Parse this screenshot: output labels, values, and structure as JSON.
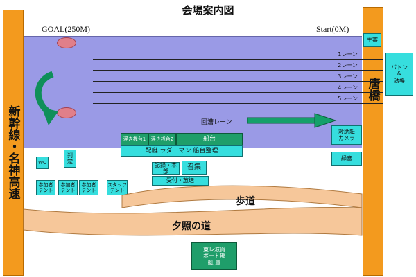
{
  "title": "会場案内図",
  "left_road": "新幹線・名神高速",
  "right_road": "唐橋",
  "goal_label": "GOAL(250M)",
  "start_label": "Start(0M)",
  "lanes": [
    "1レーン",
    "2レーン",
    "3レーン",
    "4レーン",
    "5レーン"
  ],
  "return_lane": "回漕レーン",
  "right_boxes": {
    "shubanshinpan": "主審",
    "baton": "バトン\n&\n誘導",
    "rescue": "救助艇\nカメラ",
    "green": "緑審"
  },
  "pier": {
    "pier1": "浮き桟台1",
    "pier2": "浮き桟台2",
    "funadai": "船台",
    "bottom": "配艇 ラダーマン 船台整理"
  },
  "tents": {
    "wc": "WC",
    "judge": "判\n定",
    "participant": "参加者\nテント",
    "staff": "スタッフ\nテント",
    "record": "記録・本部",
    "call": "召集",
    "reception": "受付・放送"
  },
  "walkway": "歩道",
  "evening_road": "夕照の道",
  "boathouse": "東レ滋賀\nボート部\n艇 庫",
  "colors": {
    "water": "#9a9ae6",
    "pillar": "#f39a1e",
    "cyan_box": "#36dede",
    "green_box": "#1f9e6a",
    "road": "#f6c79a"
  }
}
